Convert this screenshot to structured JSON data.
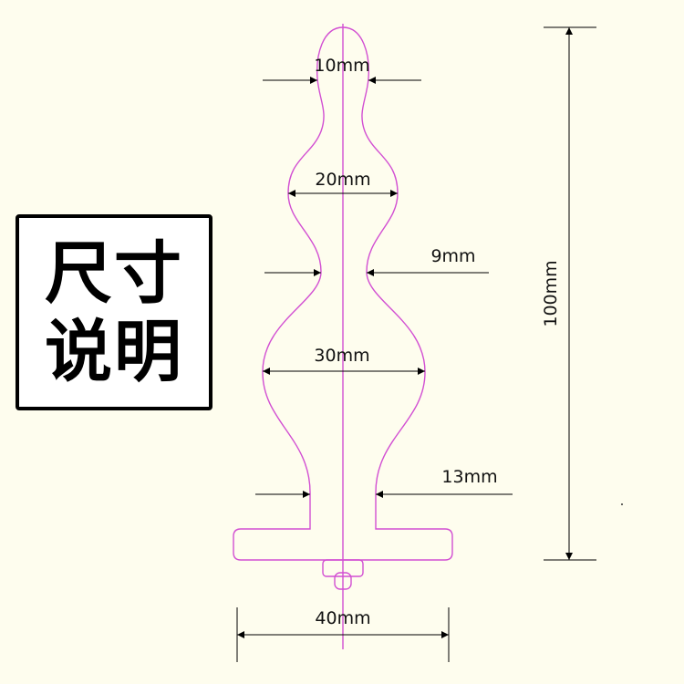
{
  "title": {
    "line1": "尺寸",
    "line2": "说明"
  },
  "dimensions": {
    "tip_width": "10mm",
    "bead1_width": "20mm",
    "neck1_width": "9mm",
    "bead2_width": "30mm",
    "neck2_width": "13mm",
    "base_width": "40mm",
    "total_length": "100mm"
  },
  "colors": {
    "outline": "#d24fd2",
    "centerline": "#d24fd2",
    "dimension": "#000000",
    "background": "#fefdee"
  }
}
